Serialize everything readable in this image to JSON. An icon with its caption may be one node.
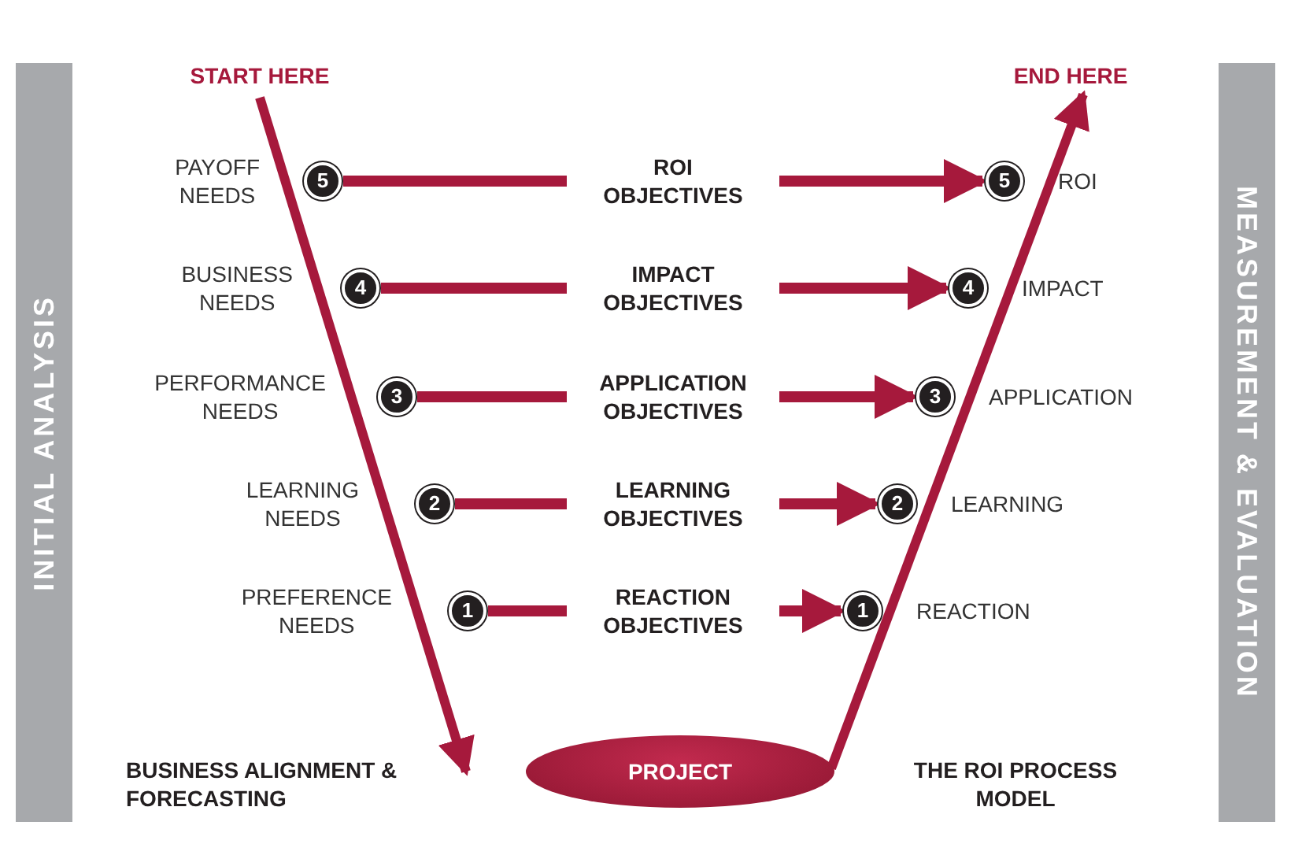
{
  "diagram": {
    "nodes": [
      {
        "text": [
          "INITIAL ANALYSIS"
        ]
      },
      {
        "text": [
          "START HERE"
        ]
      },
      {
        "text": [
          "END HERE"
        ]
      },
      {
        "text": [
          "MEASUREMENT & EVALUATION"
        ]
      },
      {
        "text": [
          "5"
        ],
        "beside": [
          "PAYOFF NEEDS"
        ]
      },
      {
        "text": [
          "ROI OBJECTIVES"
        ]
      },
      {
        "text": [
          "5"
        ],
        "beside": [
          "ROI"
        ]
      },
      {
        "text": [
          "4"
        ],
        "beside": [
          "BUSINESS NEEDS"
        ]
      },
      {
        "text": [
          "IMPACT OBJECTIVES"
        ]
      },
      {
        "text": [
          "4"
        ],
        "beside": [
          "IMPACT"
        ]
      },
      {
        "text": [
          "3"
        ],
        "beside": [
          "PERFORMANCE NEEDS"
        ]
      },
      {
        "text": [
          "APPLICATION OBJECTIVES"
        ]
      },
      {
        "text": [
          "3"
        ],
        "beside": [
          "APPLICATION"
        ]
      },
      {
        "text": [
          "2"
        ],
        "beside": [
          "LEARNING NEEDS"
        ]
      },
      {
        "text": [
          "LEARNING OBJECTIVES"
        ]
      },
      {
        "text": [
          "2"
        ],
        "beside": [
          "LEARNING"
        ]
      },
      {
        "text": [
          "1"
        ],
        "beside": [
          "PREFERENCE NEEDS"
        ]
      },
      {
        "text": [
          "REACTION OBJECTIVES"
        ]
      },
      {
        "text": [
          "1"
        ],
        "beside": [
          "REACTION"
        ]
      },
      {
        "text": [
          "BUSINESS ALIGNMENT & FORECASTING"
        ]
      },
      {
        "text": [
          "PROJECT"
        ]
      }
    ],
    "edges": [
      {
        "from": 1,
        "to": 19,
        "arrow": "to"
      },
      {
        "from": 20,
        "to": 2,
        "arrow": "to"
      },
      {
        "from": 4,
        "to": 5,
        "arrow": "none"
      },
      {
        "from": 5,
        "to": 6,
        "arrow": "to"
      },
      {
        "from": 7,
        "to": 8,
        "arrow": "none"
      },
      {
        "from": 8,
        "to": 9,
        "arrow": "to"
      },
      {
        "from": 10,
        "to": 11,
        "arrow": "none"
      },
      {
        "from": 11,
        "to": 12,
        "arrow": "to"
      },
      {
        "from": 13,
        "to": 14,
        "arrow": "none"
      },
      {
        "from": 14,
        "to": 15,
        "arrow": "to"
      },
      {
        "from": 16,
        "to": 17,
        "arrow": "none"
      },
      {
        "from": 17,
        "to": 18,
        "arrow": "to"
      }
    ],
    "labels": [
      "THE ROI PROCESS MODEL"
    ]
  }
}
